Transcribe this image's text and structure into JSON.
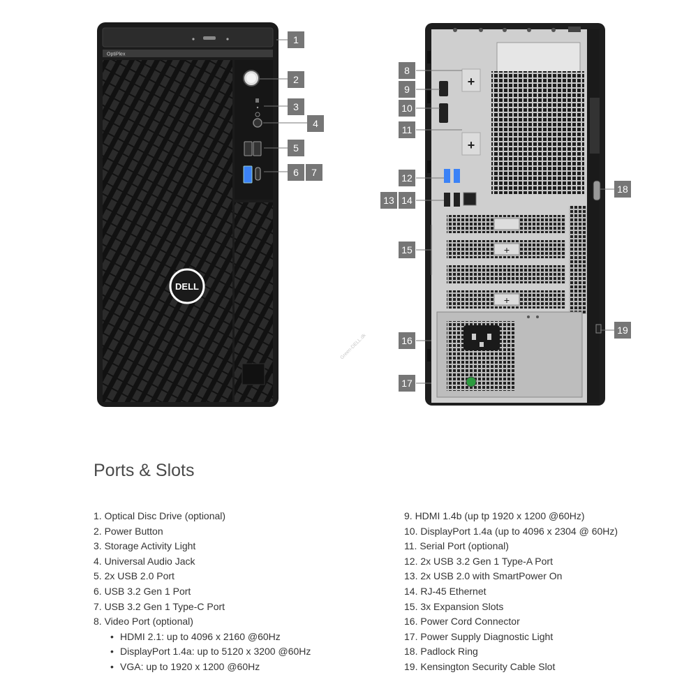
{
  "title": "Ports & Slots",
  "brand": {
    "logo_text": "DELL",
    "model_text": "OptiPlex"
  },
  "watermark": "Green-DELL.dk",
  "callouts": [
    "1",
    "2",
    "3",
    "4",
    "5",
    "6",
    "7",
    "8",
    "9",
    "10",
    "11",
    "12",
    "13",
    "14",
    "15",
    "16",
    "17",
    "18",
    "19"
  ],
  "left_list": [
    "1. Optical Disc Drive (optional)",
    "2. Power Button",
    "3. Storage Activity Light",
    "4. Universal Audio Jack",
    "5. 2x USB 2.0 Port",
    "6. USB 3.2 Gen 1 Port",
    "7. USB 3.2 Gen 1 Type-C Port",
    "8. Video Port (optional)"
  ],
  "video_subitems": [
    "HDMI 2.1: up to 4096 x 2160 @60Hz",
    "DisplayPort 1.4a: up to 5120 x 3200 @60Hz",
    "VGA: up to 1920 x 1200 @60Hz"
  ],
  "right_list": [
    "9. HDMI 1.4b (up tp 1920 x 1200 @60Hz)",
    "10. DisplayPort 1.4a (up to 4096 x 2304 @ 60Hz)",
    "11. Serial Port (optional)",
    "12. 2x USB 3.2 Gen 1 Type-A Port",
    "13. 2x USB 2.0 with SmartPower On",
    "14. RJ-45 Ethernet",
    "15. 3x Expansion Slots",
    "16. Power Cord Connector",
    "17. Power Supply Diagnostic Light",
    "18. Padlock Ring",
    "19. Kensington Security Cable Slot"
  ]
}
